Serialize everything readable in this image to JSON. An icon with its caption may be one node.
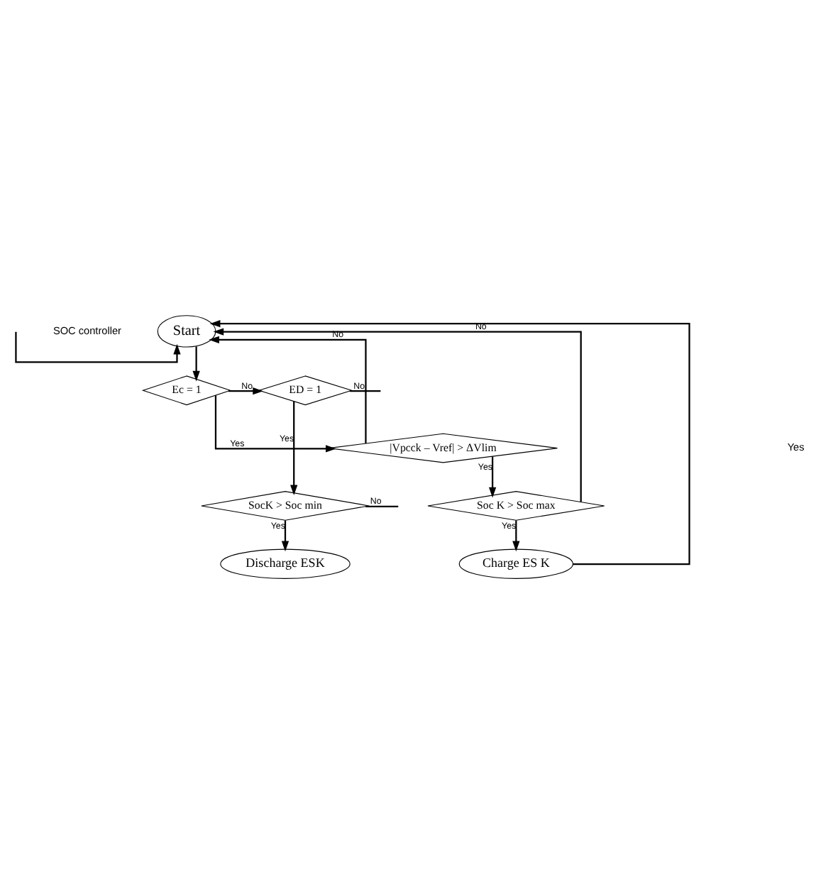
{
  "diagram": {
    "nodes": [
      {
        "text": [
          "Start"
        ]
      },
      {
        "text": [
          "Ec = 1"
        ]
      },
      {
        "text": [
          "ED = 1"
        ]
      },
      {
        "text": [
          "|Vpcck – Vref| > ΔVlim"
        ]
      },
      {
        "text": [
          "Soc K > Soc max"
        ]
      },
      {
        "text": [
          "SocK > Soc min"
        ]
      },
      {
        "text": [
          "Charge ES K"
        ]
      },
      {
        "text": [
          "Discharge ESK"
        ]
      }
    ],
    "edges": [
      {
        "from": 0,
        "to": 1,
        "arrow": "to"
      },
      {
        "from": 1,
        "to": 2,
        "arrow": "to",
        "label": "No"
      },
      {
        "from": 1,
        "to": 3,
        "arrow": "to",
        "label": "Yes"
      },
      {
        "from": 2,
        "to": 5,
        "arrow": "to",
        "label": "Yes"
      },
      {
        "from": 2,
        "to": null,
        "arrow": "none",
        "label": "No"
      },
      {
        "from": 3,
        "to": 0,
        "arrow": "to",
        "label": "No"
      },
      {
        "from": 3,
        "to": 4,
        "arrow": "to",
        "label": "Yes"
      },
      {
        "from": 4,
        "to": 0,
        "arrow": "to",
        "label": "No"
      },
      {
        "from": 4,
        "to": 6,
        "arrow": "to",
        "label": "Yes"
      },
      {
        "from": 5,
        "to": null,
        "arrow": "none",
        "label": "No"
      },
      {
        "from": 5,
        "to": 7,
        "arrow": "to",
        "label": "Yes"
      },
      {
        "from": 6,
        "to": 0,
        "arrow": "to"
      },
      {
        "from": null,
        "to": 0,
        "arrow": "to"
      }
    ],
    "labels": [
      "SOC controller",
      "Yes"
    ]
  }
}
